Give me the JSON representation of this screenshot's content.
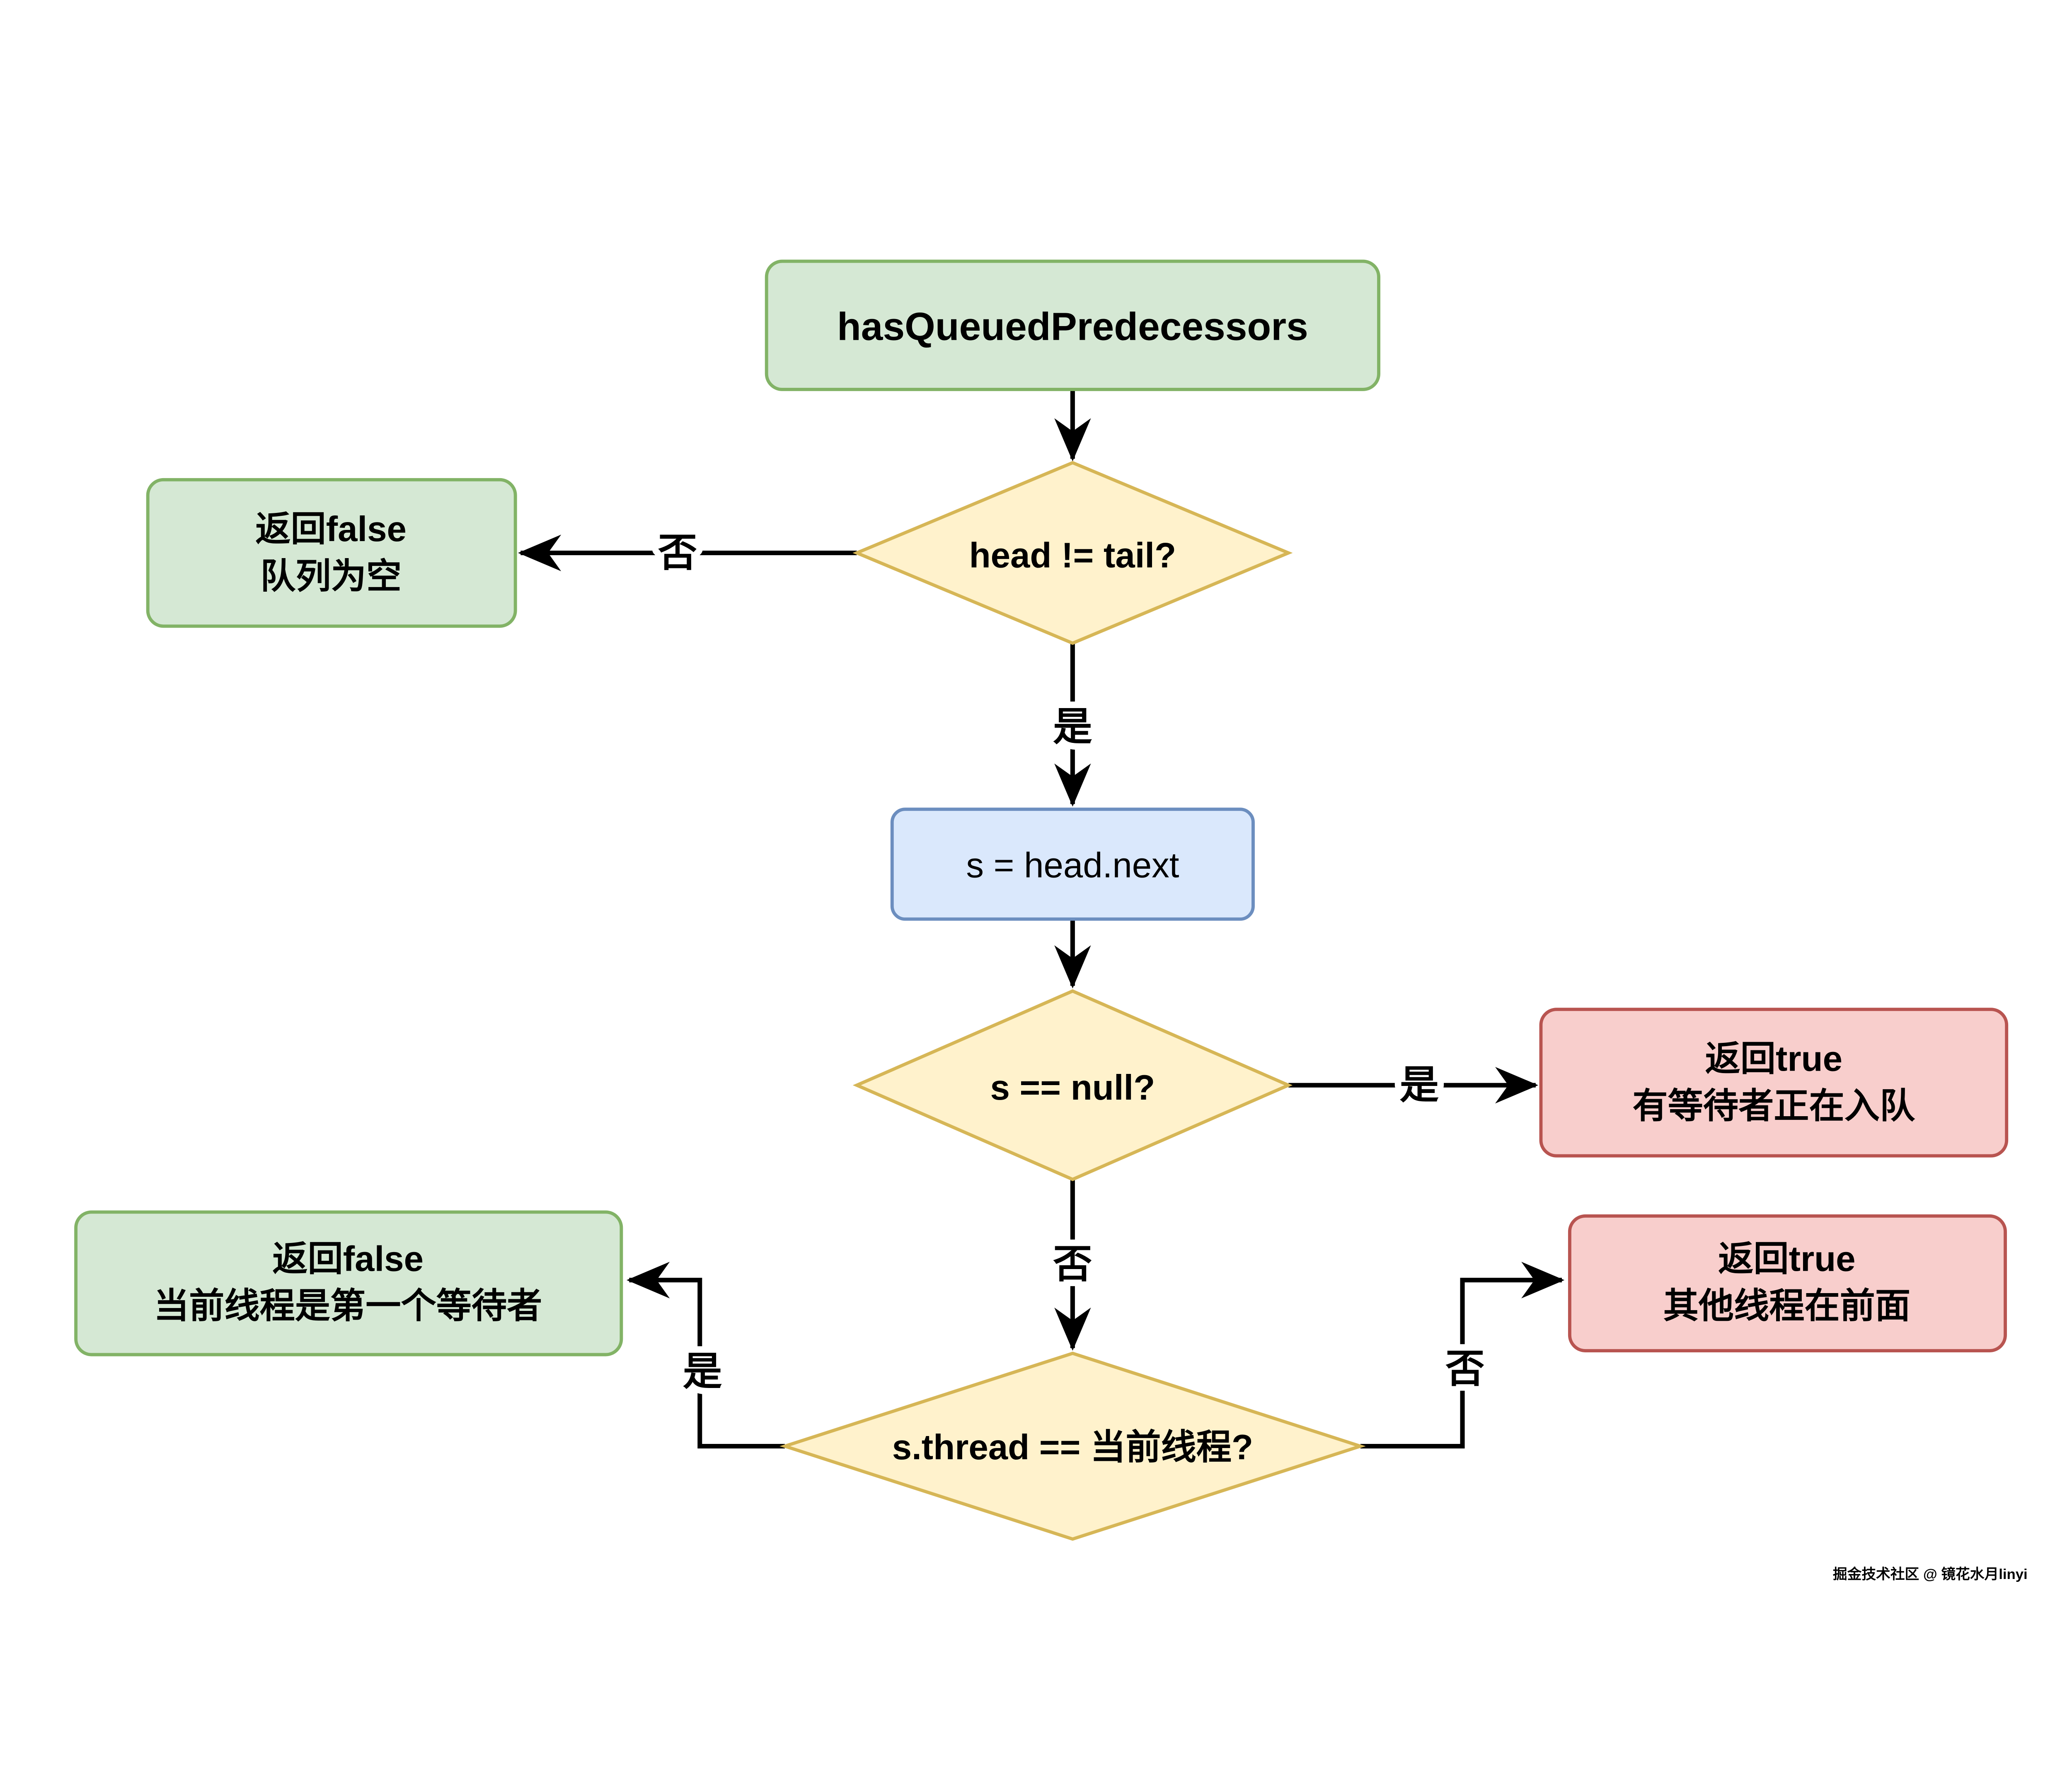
{
  "page": {
    "background": "#ffffff"
  },
  "flowchart": {
    "start": {
      "label": "hasQueuedPredecessors"
    },
    "decisions": {
      "head_tail": {
        "label": "head != tail?"
      },
      "s_null": {
        "label": "s == null?"
      },
      "s_thread": {
        "label": "s.thread == 当前线程?"
      }
    },
    "process": {
      "label": "s = head.next"
    },
    "results": {
      "queue_empty": {
        "line1": "返回false",
        "line2": "队列为空"
      },
      "waiter_enqueuing": {
        "line1": "返回true",
        "line2": "有等待者正在入队"
      },
      "current_thread_first": {
        "line1": "返回false",
        "line2": "当前线程是第一个等待者"
      },
      "other_thread_ahead": {
        "line1": "返回true",
        "line2": "其他线程在前面"
      }
    },
    "edge_labels": {
      "yes": "是",
      "no": "否"
    },
    "colors": {
      "start_fill": "#d5e8d4",
      "start_stroke": "#82b366",
      "decision_fill": "#fff2cc",
      "decision_stroke": "#d6b656",
      "process_fill": "#dae8fc",
      "process_stroke": "#6c8ebf",
      "result_green_fill": "#d5e8d4",
      "result_green_stroke": "#82b366",
      "result_red_fill": "#f8cecc",
      "result_red_stroke": "#b85450",
      "connector": "#000000"
    }
  },
  "watermark": {
    "text": "掘金技术社区 @ 镜花水月linyi",
    "color": "#c6c2be"
  }
}
